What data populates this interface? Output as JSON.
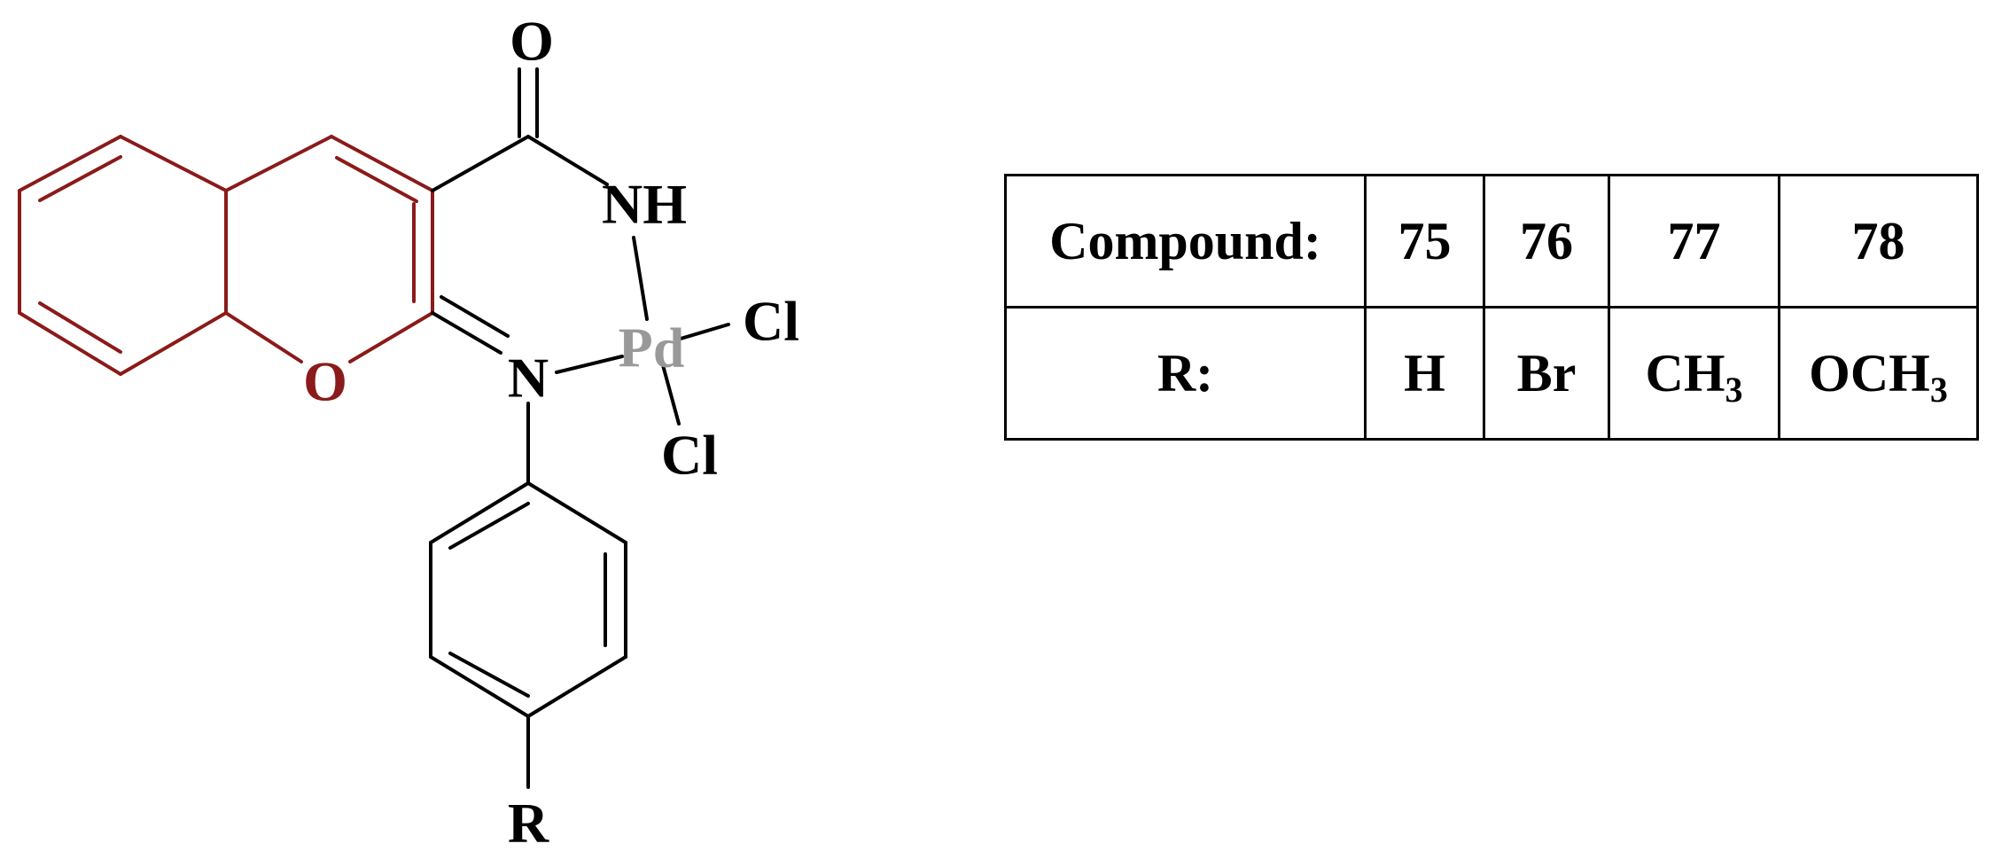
{
  "structure": {
    "atoms": {
      "carbonyl_o": "O",
      "nh": "NH",
      "ring_o": "O",
      "imine_n": "N",
      "metal": "Pd",
      "cl_top": "Cl",
      "cl_bottom": "Cl",
      "substituent": "R"
    },
    "colors": {
      "coumarin": "#8B1A1A",
      "palladium": "#999999",
      "bonds": "#000000"
    }
  },
  "table": {
    "header_label": "Compound:",
    "row_label": "R:",
    "columns": [
      {
        "compound": "75",
        "r": "H",
        "r_sub": ""
      },
      {
        "compound": "76",
        "r": "Br",
        "r_sub": ""
      },
      {
        "compound": "77",
        "r": "CH",
        "r_sub": "3"
      },
      {
        "compound": "78",
        "r": "OCH",
        "r_sub": "3"
      }
    ]
  }
}
